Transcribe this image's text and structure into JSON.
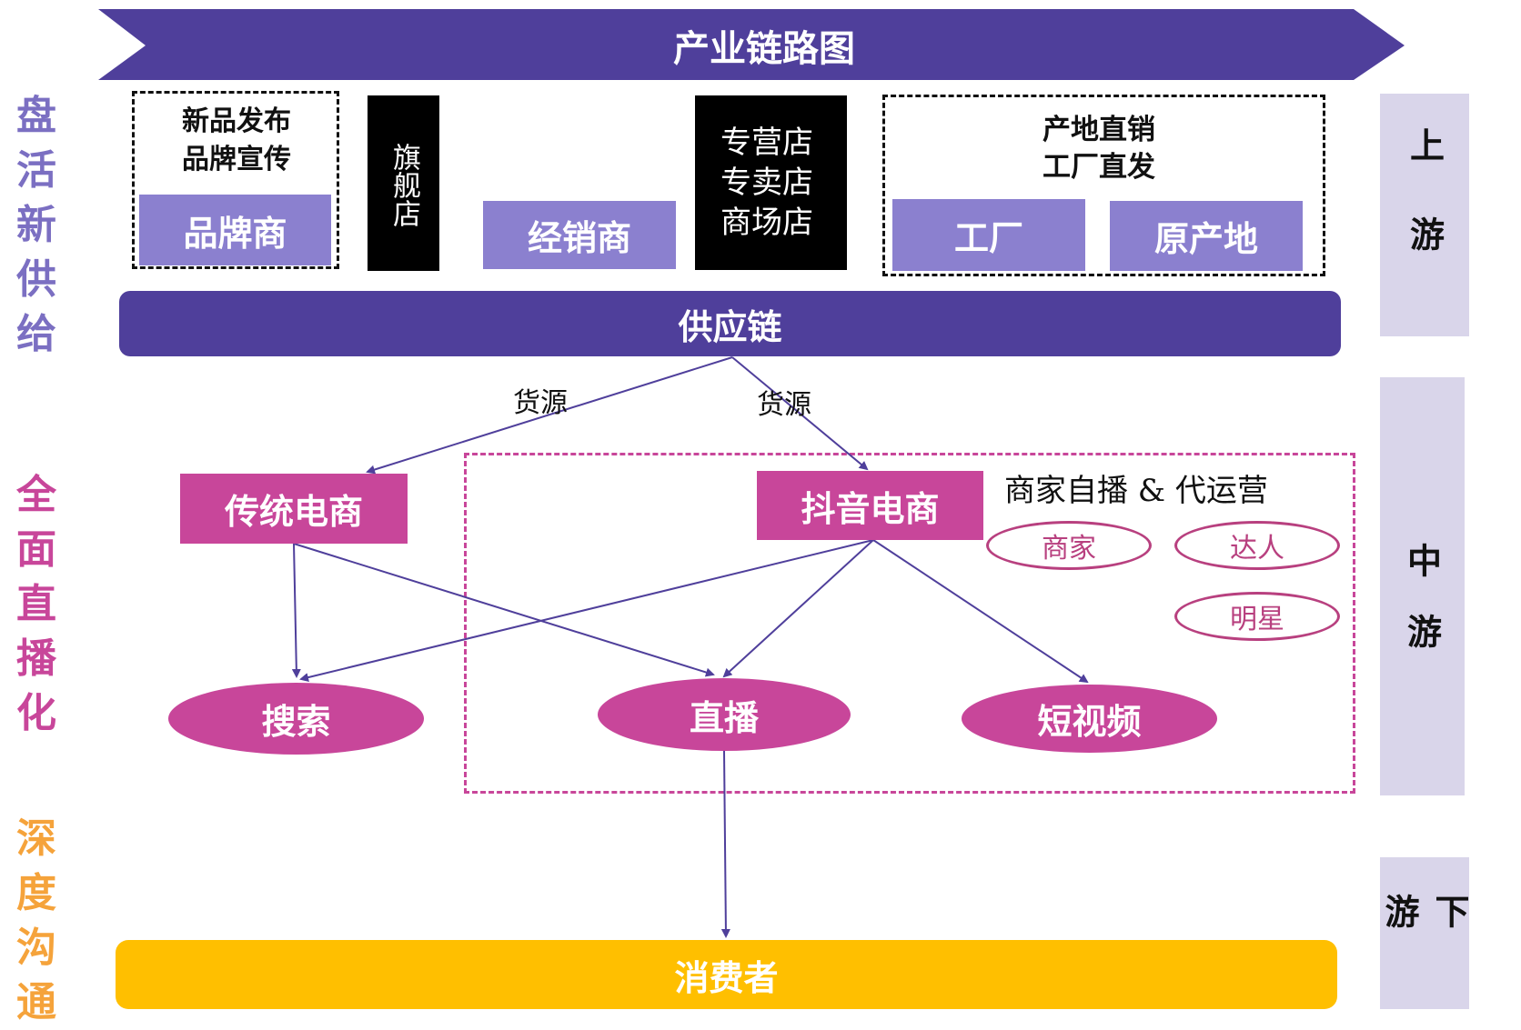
{
  "title": "产业链路图",
  "left_labels": {
    "top": "盘活新供给",
    "middle": "全面直播化",
    "bottom": "深度沟通"
  },
  "stages": {
    "upstream": "上游",
    "midstream": "中游",
    "downstream": "下游"
  },
  "upstream": {
    "brand_note": "新品发布品牌宣传",
    "brand": "品牌商",
    "flagship": "旗舰店",
    "dealer": "经销商",
    "stores": [
      "专营店",
      "专卖店",
      "商场店"
    ],
    "origin_note": [
      "产地直销",
      "工厂直发"
    ],
    "factory": "工厂",
    "origin": "原产地"
  },
  "supply_chain": "供应链",
  "flow_labels": [
    "货源",
    "货源"
  ],
  "midstream": {
    "traditional": "传统电商",
    "douyin": "抖音电商",
    "operations": "商家自播 & 代运营",
    "roles": [
      "商家",
      "达人",
      "明星"
    ],
    "channels": [
      "搜索",
      "直播",
      "短视频"
    ]
  },
  "consumer": "消费者",
  "colors": {
    "dark_purple": "#4f3f9b",
    "light_purple": "#8b80cf",
    "stage_bg": "#d9d5ea",
    "magenta": "#c8469a",
    "gold": "#ffbf00",
    "label_purple": "#7b6fc2",
    "label_magenta": "#c8469a",
    "label_orange": "#f5a33b"
  }
}
